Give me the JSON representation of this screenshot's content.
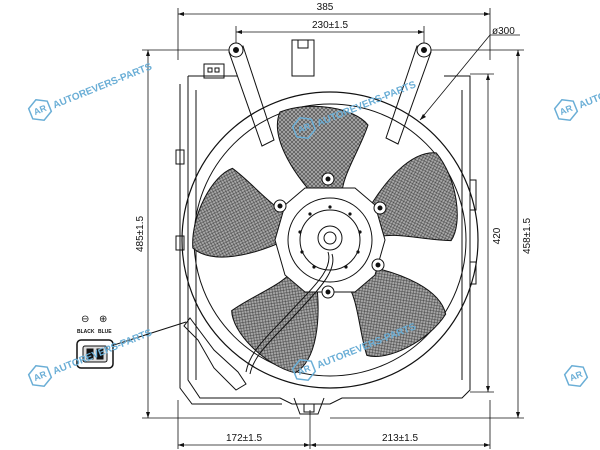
{
  "dimensions": {
    "overall_width": "385",
    "mount_spacing": "230±1.5",
    "fan_diameter": "ø300",
    "overall_height": "485±1.5",
    "shroud_height": "420",
    "height_right": "458±1.5",
    "left_offset": "172±1.5",
    "right_offset": "213±1.5"
  },
  "connector": {
    "minus_symbol": "⊖",
    "plus_symbol": "⊕",
    "wire_colors": [
      "BLACK",
      "BLUE"
    ]
  },
  "watermark": {
    "text": "AUTOREVERS-PARTS",
    "logo": "AR",
    "color": "#6aaed6"
  },
  "colors": {
    "line": "#111111",
    "blade_fill": "#8a8a8a"
  }
}
